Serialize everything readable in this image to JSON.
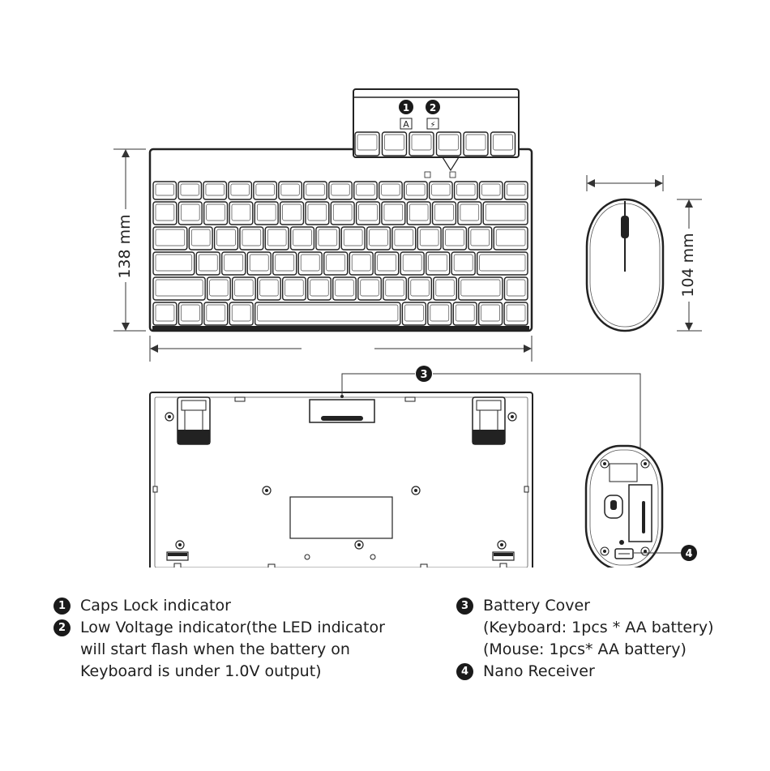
{
  "dimensions": {
    "keyboard_height": "138 mm",
    "mouse_height": "104 mm"
  },
  "indicator_symbols": {
    "caps": "A",
    "battery": "⚡"
  },
  "callouts": [
    "1",
    "2",
    "3",
    "4"
  ],
  "legend": {
    "left": [
      {
        "num": "1",
        "lines": [
          "Caps Lock indicator"
        ]
      },
      {
        "num": "2",
        "lines": [
          "Low Voltage indicator(the LED indicator",
          "will start flash when the battery on",
          "Keyboard is under 1.0V output)"
        ]
      }
    ],
    "right": [
      {
        "num": "3",
        "lines": [
          "Battery Cover",
          "(Keyboard: 1pcs * AA battery)",
          "(Mouse: 1pcs* AA battery)"
        ]
      },
      {
        "num": "4",
        "lines": [
          "Nano Receiver"
        ]
      }
    ]
  }
}
